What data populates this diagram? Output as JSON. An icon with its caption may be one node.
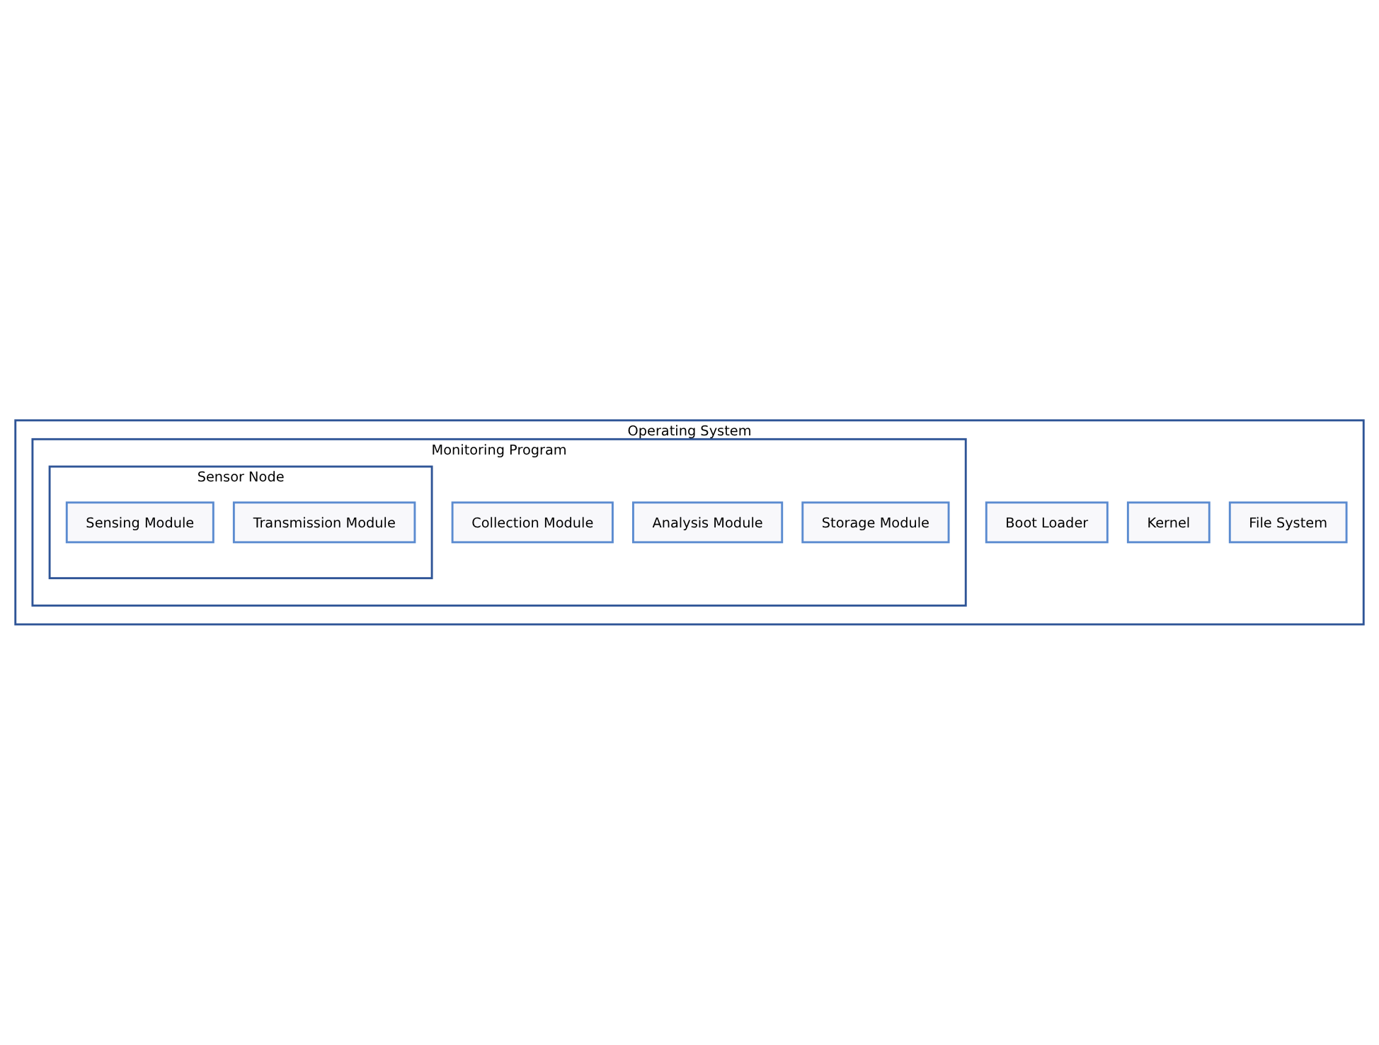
{
  "diagram": {
    "nodes": [
      {
        "text": [
          "Operating System"
        ]
      },
      {
        "text": [
          "Boot Loader"
        ],
        "in": 0
      },
      {
        "text": [
          "Kernel"
        ],
        "in": 0
      },
      {
        "text": [
          "File System"
        ],
        "in": 0
      },
      {
        "text": [
          "Monitoring Program"
        ],
        "in": 0
      },
      {
        "text": [
          "Collection Module"
        ],
        "in": 4
      },
      {
        "text": [
          "Analysis Module"
        ],
        "in": 4
      },
      {
        "text": [
          "Storage Module"
        ],
        "in": 4
      },
      {
        "text": [
          "Sensor Node"
        ],
        "in": 4
      },
      {
        "text": [
          "Sensing Module"
        ],
        "in": 8
      },
      {
        "text": [
          "Transmission Module"
        ],
        "in": 8
      }
    ],
    "edges": []
  }
}
